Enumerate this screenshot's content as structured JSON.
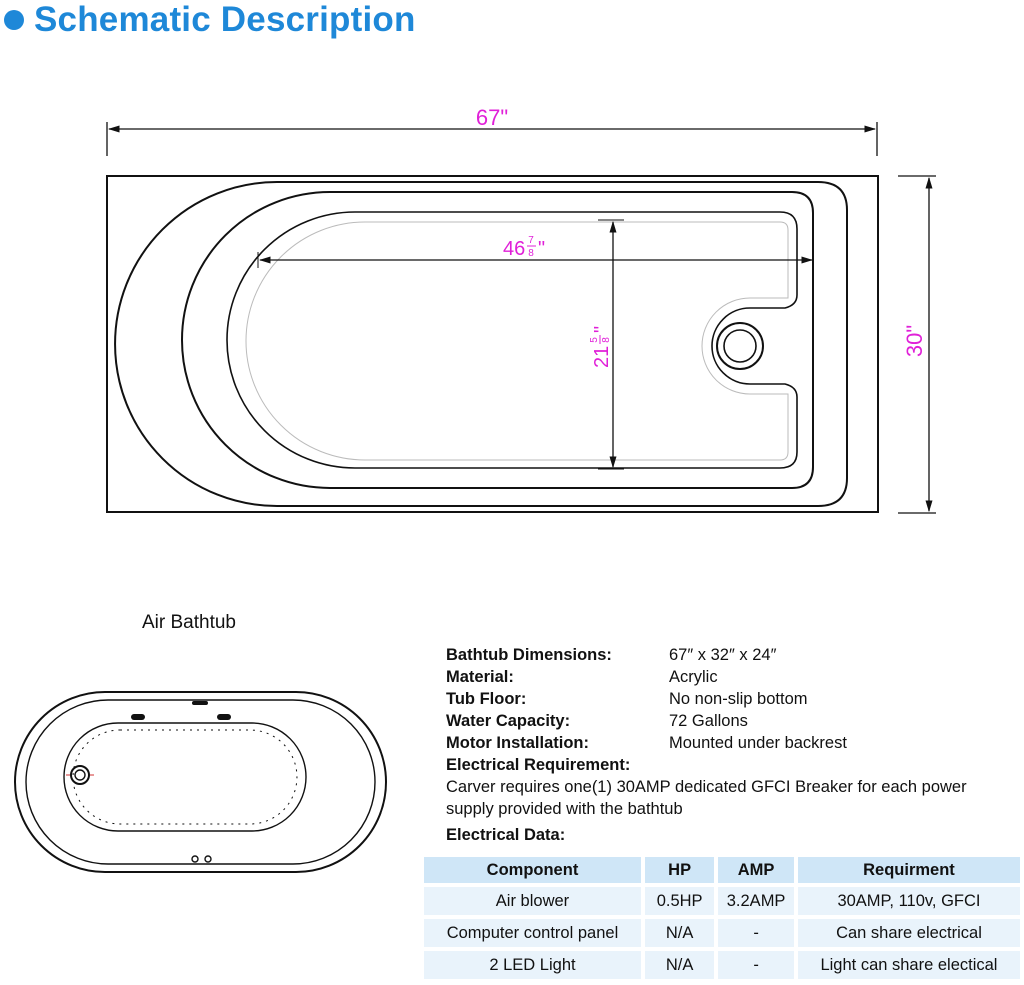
{
  "header": {
    "title": "Schematic Description"
  },
  "schematic": {
    "length_label": "67\"",
    "width_label": "30\"",
    "inner_length_whole": "46",
    "inner_length_frac_num": "7",
    "inner_length_frac_den": "8",
    "inner_width_whole": "21",
    "inner_width_frac_num": "5",
    "inner_width_frac_den": "8",
    "accent_color": "#e020d8"
  },
  "air_bathtub": {
    "label": "Air Bathtub"
  },
  "specs": [
    {
      "key": "Bathtub Dimensions:",
      "value": "67″ x 32″ x 24″"
    },
    {
      "key": "Material:",
      "value": "Acrylic"
    },
    {
      "key": "Tub Floor:",
      "value": "No non-slip bottom"
    },
    {
      "key": "Water Capacity:",
      "value": "72 Gallons"
    },
    {
      "key": "Motor Installation:",
      "value": "Mounted under backrest"
    }
  ],
  "electrical_requirement": {
    "heading": "Electrical Requirement:",
    "text": "Carver requires one(1) 30AMP dedicated GFCI Breaker for each power supply provided with the bathtub"
  },
  "electrical_data": {
    "heading": "Electrical Data:",
    "headers": [
      "Component",
      "HP",
      "AMP",
      "Requirment"
    ],
    "rows": [
      [
        "Air blower",
        "0.5HP",
        "3.2AMP",
        "30AMP, 110v, GFCI"
      ],
      [
        "Computer control panel",
        "N/A",
        "-",
        "Can share electrical"
      ],
      [
        "2 LED Light",
        "N/A",
        "-",
        "Light can share electical"
      ]
    ]
  },
  "colors": {
    "title_blue": "#1e88d8",
    "table_header": "#cfe6f7",
    "table_cell": "#e9f3fb"
  }
}
